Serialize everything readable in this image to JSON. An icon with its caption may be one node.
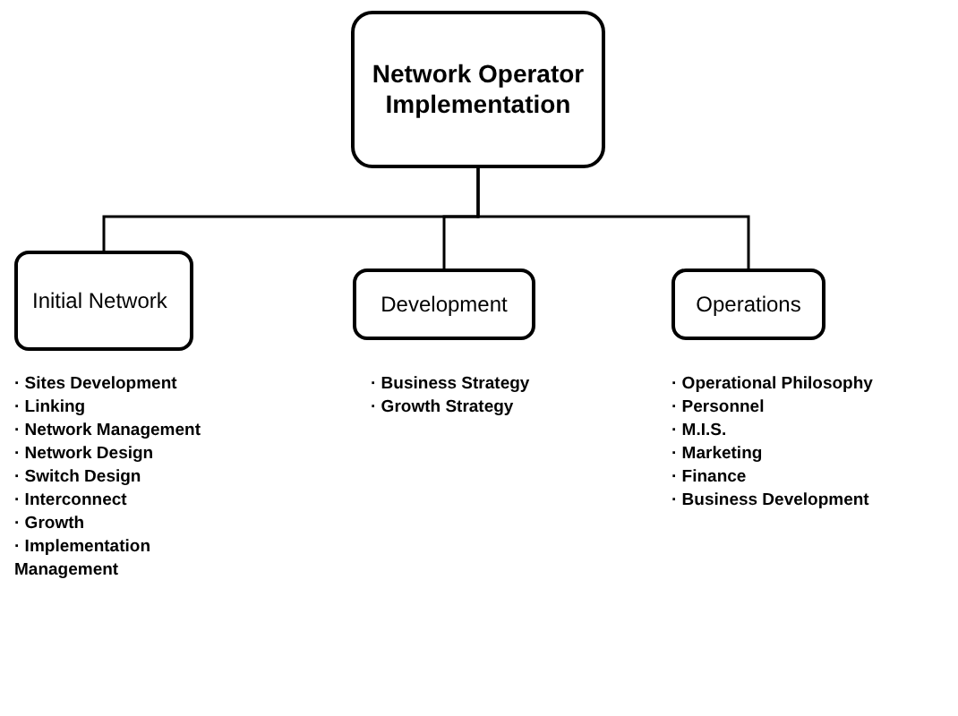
{
  "diagram": {
    "nodes": [
      {
        "text": [
          "Network Operator Implementation"
        ]
      },
      {
        "text": [
          "Initial Network"
        ],
        "beside": [
          "· Sites Development",
          "· Linking",
          "· Network Management",
          "· Network Design",
          "· Switch Design",
          "· Interconnect",
          "· Growth",
          "· Implementation Management"
        ]
      },
      {
        "text": [
          "Development"
        ],
        "beside": [
          "· Business Strategy",
          "· Growth Strategy"
        ]
      },
      {
        "text": [
          "Operations"
        ],
        "beside": [
          "· Operational Philosophy",
          "· Personnel",
          "· M.I.S.",
          "· Marketing",
          "· Finance",
          "· Business Development"
        ]
      }
    ],
    "edges": [
      {
        "from": 0,
        "to": 1,
        "arrow": "none"
      },
      {
        "from": 0,
        "to": 2,
        "arrow": "none"
      },
      {
        "from": 0,
        "to": 3,
        "arrow": "none"
      }
    ]
  }
}
